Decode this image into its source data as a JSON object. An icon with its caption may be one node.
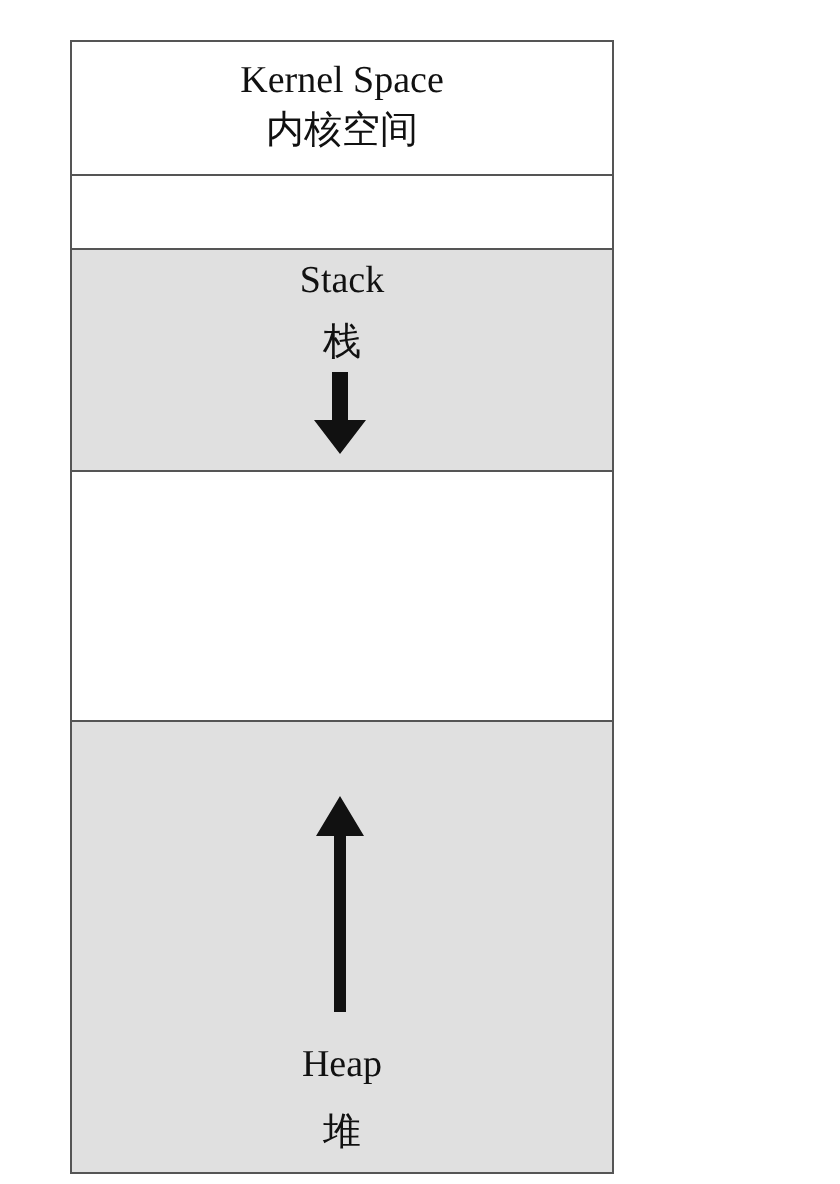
{
  "diagram": {
    "nodes": [
      {
        "text": [
          "Kernel Space",
          "内核空间"
        ]
      },
      {
        "text": [],
        "shape": "box"
      },
      {
        "text": [
          "Stack",
          "栈"
        ]
      },
      {
        "text": [],
        "shape": "box"
      },
      {
        "text": [
          "Heap",
          "堆"
        ]
      }
    ]
  }
}
